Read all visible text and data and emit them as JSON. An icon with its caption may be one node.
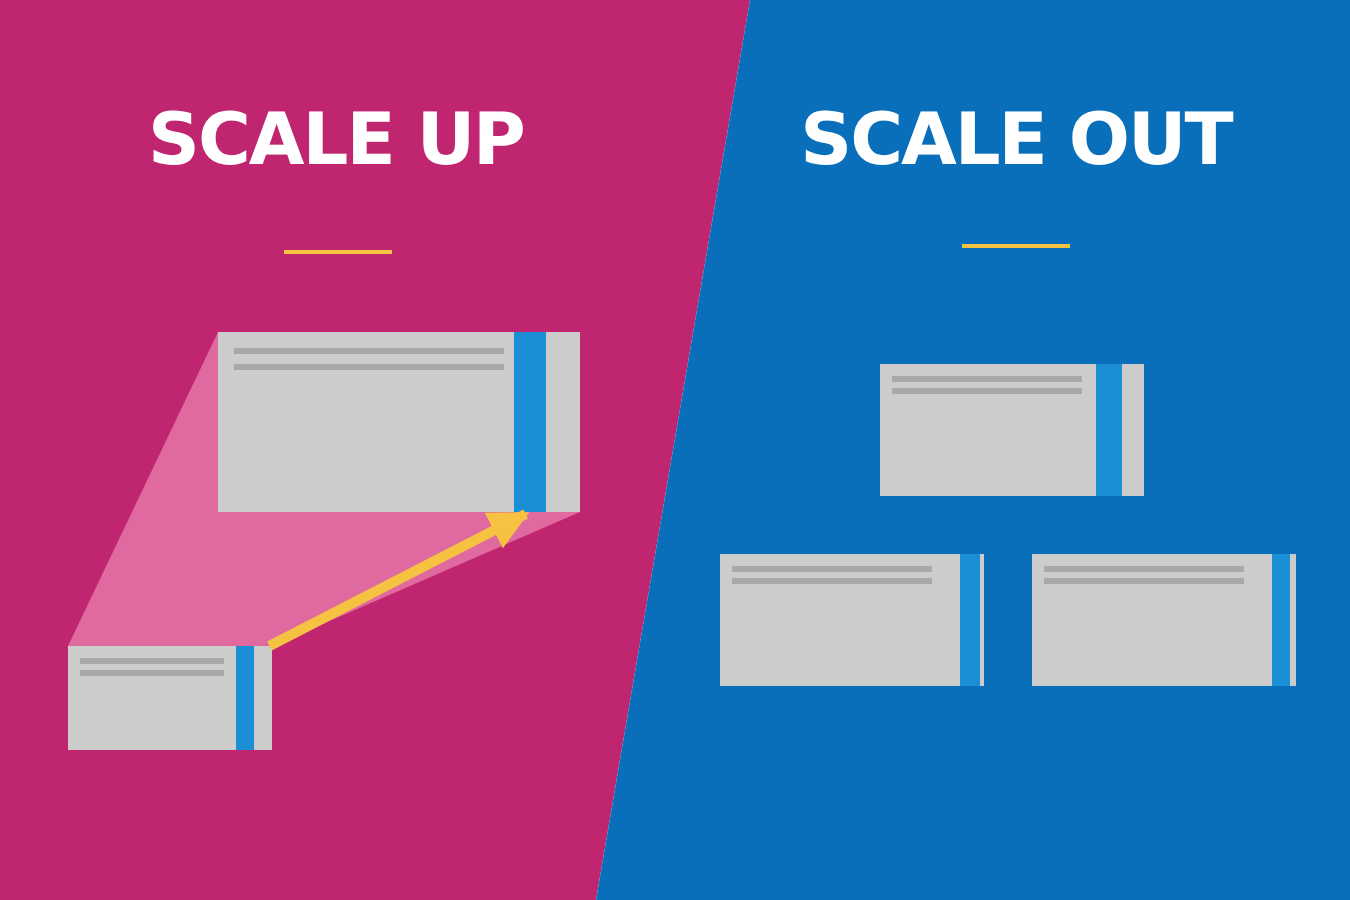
{
  "diagram": {
    "nodes": [
      {
        "text": [
          "SCALE UP"
        ]
      },
      {
        "text": [],
        "shape": "box",
        "in": 0
      },
      {
        "text": [],
        "shape": "box",
        "in": 0
      },
      {
        "text": [
          "SCALE OUT"
        ]
      },
      {
        "text": [],
        "shape": "box",
        "in": 3
      },
      {
        "text": [],
        "shape": "box",
        "in": 3
      },
      {
        "text": [],
        "shape": "box",
        "in": 3
      }
    ],
    "edges": [
      {
        "from": 2,
        "to": 1,
        "arrow": "to",
        "color": "#f5c242"
      }
    ]
  }
}
